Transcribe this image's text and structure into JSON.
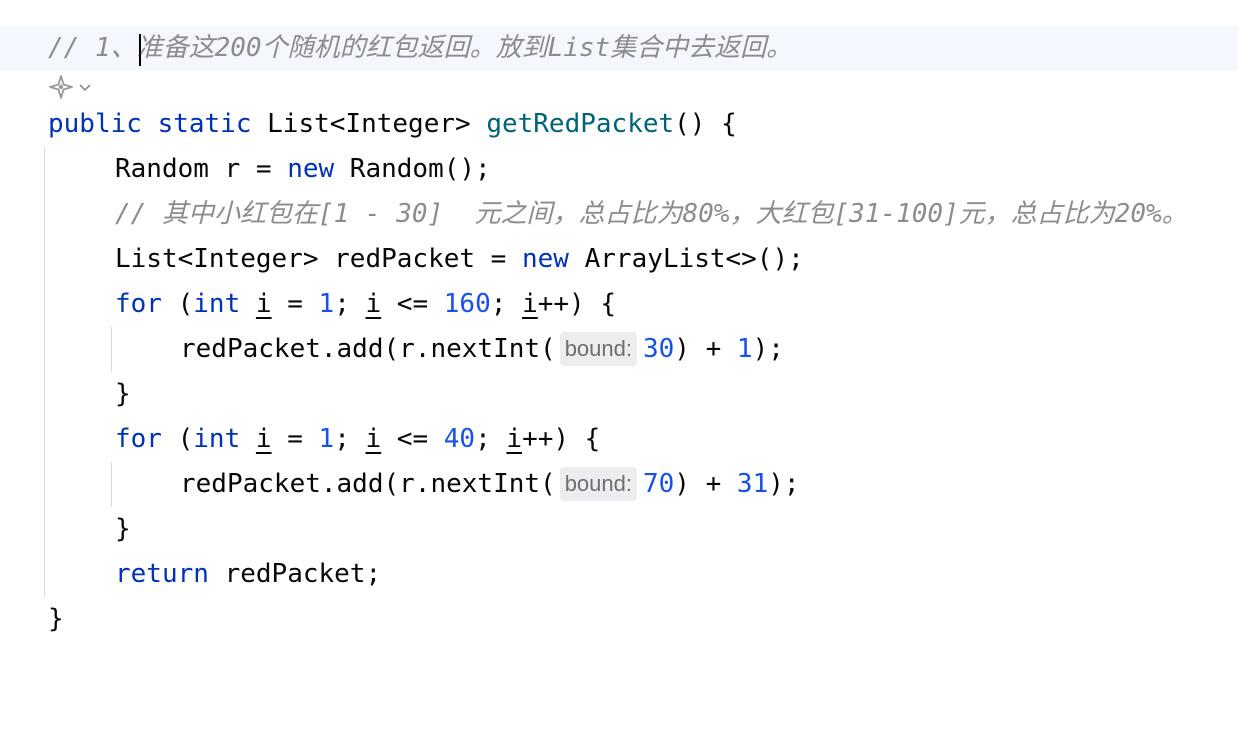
{
  "editor": {
    "lines": [
      {
        "id": "comment1",
        "text": "// 1、准备这200个随机的红包返回。放到List集合中去返回。"
      },
      {
        "id": "signature",
        "modifiers": "public static ",
        "return_type": "List<Integer> ",
        "method_name": "getRedPacket",
        "tail": "() {"
      },
      {
        "id": "random_decl",
        "type": "Random r = ",
        "kw_new": "new",
        "ctor": " Random();"
      },
      {
        "id": "comment2",
        "text": "// 其中小红包在[1 - 30]  元之间，总占比为80%，大红包[31-100]元，总占比为20%。"
      },
      {
        "id": "list_decl",
        "type": "List<Integer> redPacket = ",
        "kw_new": "new",
        "ctor": " ArrayList<>();"
      },
      {
        "id": "for1",
        "kw_for": "for",
        "open": " (",
        "kw_int": "int",
        "var1": "i",
        "init": " = ",
        "num_start": "1",
        "semi1": "; ",
        "var2": "i",
        "cmp": " <= ",
        "num_end": "160",
        "semi2": "; ",
        "var3": "i",
        "inc": "++) {"
      },
      {
        "id": "add1",
        "pre": "redPacket.add(r.nextInt(",
        "hint": "bound:",
        "num_bound": "30",
        "mid": ") + ",
        "num_offset": "1",
        "post": ");"
      },
      {
        "id": "close_for1",
        "text": "}"
      },
      {
        "id": "for2",
        "kw_for": "for",
        "open": " (",
        "kw_int": "int",
        "var1": "i",
        "init": " = ",
        "num_start": "1",
        "semi1": "; ",
        "var2": "i",
        "cmp": " <= ",
        "num_end": "40",
        "semi2": "; ",
        "var3": "i",
        "inc": "++) {"
      },
      {
        "id": "add2",
        "pre": "redPacket.add(r.nextInt(",
        "hint": "bound:",
        "num_bound": "70",
        "mid": ") + ",
        "num_offset": "31",
        "post": ");"
      },
      {
        "id": "close_for2",
        "text": "}"
      },
      {
        "id": "return",
        "kw_return": "return",
        "rest": " redPacket;"
      },
      {
        "id": "close_method",
        "text": "}"
      }
    ]
  },
  "gutter": {
    "widget_icon": "ai-sparkle-icon",
    "chevron_icon": "chevron-down-icon"
  },
  "colors": {
    "keyword": "#0033b3",
    "number": "#1750eb",
    "comment": "#8c8c8c",
    "method": "#00627a",
    "current_line": "#f4f7fd"
  }
}
